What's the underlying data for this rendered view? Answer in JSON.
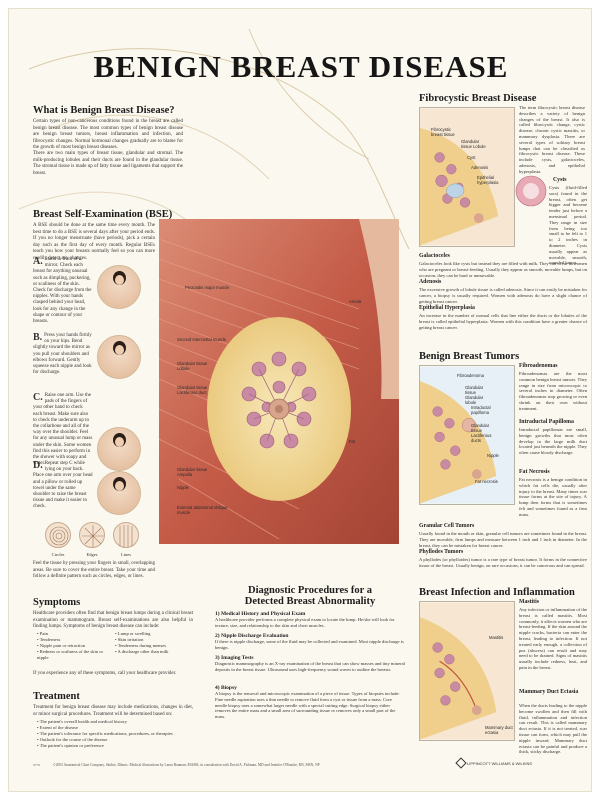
{
  "title": "BENIGN BREAST DISEASE",
  "what_is": {
    "heading": "What is Benign Breast Disease?",
    "p1": "Certain types of non-cancerous conditions found in the breast are called benign breast disease. The most common types of benign breast disease are benign breast tumors, breast inflammation and infection, and fibrocystic changes. Normal hormonal changes gradually are to blame for the growth of most benign breast diseases.",
    "p2": "There are two main types of breast tissue, glandular and stromal. The milk-producing lobules and their ducts are found in the glandular tissue. The stromal tissue is made up of fatty tissue and ligaments that support the breast."
  },
  "bse": {
    "heading": "Breast Self-Examination (BSE)",
    "intro": "A BSE should be done at the same time every month. The best time to do a BSE is several days after your period ends. If you no longer menstruate (have periods), pick a certain day such as the first day of every month. Regular BSEs teach you how your breasts normally feel so you can more readily detect any changes.",
    "steps": [
      {
        "letter": "A.",
        "text": "Stand in front of a mirror. Check each breast for anything unusual such as dimpling, puckering, or scaliness of the skin. Check for discharge from the nipples. With your hands clasped behind your head, look for any change in the shape or contour of your breasts."
      },
      {
        "letter": "B.",
        "text": "Press your hands firmly on your hips. Bend slightly toward the mirror as you pull your shoulders and elbows forward. Gently squeeze each nipple and look for discharge."
      },
      {
        "letter": "C.",
        "text": "Raise one arm. Use the pads of the fingers of your other hand to check each breast. Make sure also to check the underarm up to the collarbone and all of the way over the shoulder. Feel for any unusual lump or mass under the skin. Some women find this easier to perform in the shower with soapy and water."
      },
      {
        "letter": "D.",
        "text": "Repeat step C while lying on your back. Place one arm over your head and a pillow or rolled up towel under the same shoulder to raise the breast tissue and make it easier to check."
      }
    ],
    "patterns": [
      "Circles",
      "Edges",
      "Lines"
    ],
    "closing": "Feel the tissue by pressing your fingers in small, overlapping areas. Be sure to cover the entire breast. Take your time and follow a definite pattern such as circles, edges, or lines."
  },
  "symptoms": {
    "heading": "Symptoms",
    "intro": "Healthcare providers often find that benign breast lumps during a clinical breast examination or mammogram. Breast self-examinations are also helpful in finding lumps. Symptoms of benign breast disease can include:",
    "col1": [
      "Pain",
      "Tenderness",
      "Nipple pain or retraction",
      "Redness or scaliness of the skin or nipple"
    ],
    "col2": [
      "Lump or swelling",
      "Skin irritation",
      "Tenderness during menses",
      "A discharge other than milk"
    ],
    "closing": "If you experience any of these symptoms, call your healthcare provider."
  },
  "treatment": {
    "heading": "Treatment",
    "intro": "Treatment for benign breast disease may include medications, changes in diet, or minor surgical procedures. Treatment will be determined based on:",
    "items": [
      "The patient's overall health and medical history",
      "Extent of the disease",
      "The patient's tolerance for specific medications, procedures, or therapies",
      "Outlook for the course of the disease",
      "The patient's opinion or preference"
    ]
  },
  "anatomy_labels": [
    "Pectoralis major muscle",
    "Second Intercostal muscle",
    "Glandular tissue Lobule",
    "Glandular tissue Lactiferous duct",
    "Glandular tissue Ampulla",
    "Nipple",
    "External abdominal oblique muscle",
    "Areola",
    "Fat"
  ],
  "diagnostic": {
    "heading_line1": "Diagnostic Procedures for a",
    "heading_line2": "Detected Breast Abnormality",
    "items": [
      {
        "title": "1) Medical History and Physical Exam",
        "text": "A healthcare provider performs a complete physical exam to locate the lump. He/she will look for texture, size, and relationship to the skin and chest muscles."
      },
      {
        "title": "2) Nipple Discharge Evaluation",
        "text": "If there is nipple discharge, some of the fluid may be collected and examined. Most nipple discharge is benign."
      },
      {
        "title": "3) Imaging Tests",
        "text": "Diagnostic mammography is an X-ray examination of the breast that can show masses and tiny mineral deposits in the breast tissue. Ultrasound uses high-frequency sound waves to outline the breasts."
      },
      {
        "title": "4) Biopsy",
        "text": "A biopsy is the removal and microscopic examination of a piece of tissue. Types of biopsies include: Fine needle aspiration uses a thin needle to remove fluid from a cyst or tissue from a mass. Core needle biopsy uses a somewhat larger needle with a special cutting edge. Surgical biopsy either removes the entire mass and a small area of surrounding tissue or removes only a small part of the mass."
      }
    ]
  },
  "fibrocystic": {
    "heading": "Fibrocystic Breast Disease",
    "text": "The term fibrocystic breast disease describes a variety of benign changes of the breast. It also is called fibrocystic change, cystic disease, chronic cystic mastitis, or mammary dysplasia. There are several types of solitary breast lumps that can be classified as fibrocystic breast disease. These include cysts, galactoceles, adenosis, and epithelial hyperplasia.",
    "labels": [
      "Fibrocystic breast tissue",
      "Glandular tissue Lobule",
      "Cyst",
      "Adenosis",
      "Epithelial hyperplasia"
    ],
    "cysts_head": "Cysts",
    "cysts_text": "Cysts (fluid-filled sacs) found in the breast, often get bigger and become tender just before a menstrual period. They range in size from being too small to be felt to 1 to 2 inches in diameter. Cysts usually appear as movable, smooth, rounded lumps.",
    "galactoceles_head": "Galactoceles",
    "galactoceles_text": "Galactoceles look like cysts but instead they are filled with milk. They can occur in women who are pregnant or breast-feeding. Usually they appear as smooth, movable lumps, but on occasion, they can be hard or unmovable.",
    "adenosis_head": "Adenosis",
    "adenosis_text": "The excessive growth of lobule tissue is called adenosis. Since it can easily be mistaken for cancer, a biopsy is usually required. Women with adenosis do have a slight chance of getting breast cancer.",
    "epithelial_head": "Epithelial Hyperplasia",
    "epithelial_text": "An increase in the number of normal cells that line either the ducts or the lobules of the breast is called epithelial hyperplasia. Women with this condition have a greater chance of getting breast cancer."
  },
  "tumors": {
    "heading": "Benign Breast Tumors",
    "labels": [
      "Fibroadenoma",
      "Glandular tissue Glandular lobule",
      "Intraductal papilloma",
      "Glandular tissue Lactiferous ducts",
      "Nipple",
      "Fat necrosis"
    ],
    "fibro_head": "Fibroadenomas",
    "fibro_text": "Fibroadenomas are the most common benign breast tumors. They range in size from microscopic to several inches in diameter. Often fibroadenomas stop growing or even shrink on their own without treatment.",
    "papilloma_head": "Intraductal Papilloma",
    "papilloma_text": "Intraductal papillomas are small, benign growths that most often develop in the large milk duct located just beneath the nipple. They often cause bloody discharge.",
    "necrosis_head": "Fat Necrosis",
    "necrosis_text": "Fat necrosis is a benign condition in which fat cells die, usually after injury to the breast. Many times scar tissue forms at the site of injury. A lump then forms that is sometimes felt and sometimes found as a firm mass.",
    "granular_head": "Granular Cell Tumors",
    "granular_text": "Usually found in the mouth or skin, granular cell tumors are sometimes found in the breast. They are movable, firm lumps and measure between 1 inch and 1 inch in diameter. In the breast, they can be mistaken for breast cancer.",
    "phyllodes_head": "Phyllodes Tumors",
    "phyllodes_text": "A phyllodes (or phylloides) tumor is a rare type of breast tumor. It forms in the connective tissue of the breast. Usually benign, on rare occasions, it can be cancerous and can spread."
  },
  "infection": {
    "heading": "Breast Infection and Inflammation",
    "labels": [
      "Mastitis",
      "Mammary duct ectasia"
    ],
    "mastitis_head": "Mastitis",
    "mastitis_text": "Any infection or inflammation of the breast is called mastitis. Most commonly, it affects women who are breast-feeding. If the skin around the nipple cracks, bacteria can enter the breast, leading to infection. If not treated early enough, a collection of pus (abscess) can result and may need to be drained. Signs of mastitis usually include redness, heat, and pain in the breast.",
    "ectasia_head": "Mammary Duct Ectasia",
    "ectasia_text": "When the ducts leading to the nipple become swollen and then fill with fluid, inflammation and infection can result. This is called mammary duct ectasia. If it is not treated, scar tissue can form, which may pull the nipple inward. Mammary duct ectasia can be painful and produce a thick, sticky discharge."
  },
  "footer": "©2003 Anatomical Chart Company, Skokie, Illinois. Medical illustrations by Laura Bauman, MAMS, in consultation with David A. Fishman, MD and Jennifer O'Rourke, RN, MSN, NP",
  "code": "9779",
  "publisher": "LIPPINCOTT WILLIAMS & WILKINS",
  "colors": {
    "muscle": "#c0523f",
    "fat": "#f2d998",
    "lobule": "#c98aa4",
    "skin": "#efd0b5",
    "accent_blue": "#8fb5d0"
  }
}
